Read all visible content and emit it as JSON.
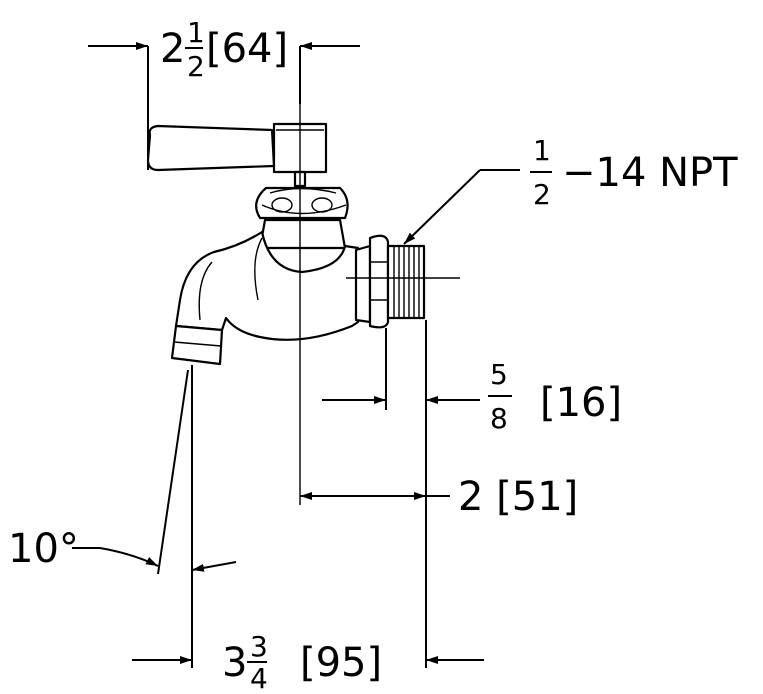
{
  "colors": {
    "line": "#000000",
    "background": "#ffffff"
  },
  "dimensions": {
    "handle_width": {
      "whole": "2",
      "numerator": "1",
      "denominator": "2",
      "metric": "[64]"
    },
    "thread": {
      "numerator": "1",
      "denominator": "2",
      "spec": "−14 NPT"
    },
    "thread_length": {
      "numerator": "5",
      "denominator": "8",
      "metric": "[16]"
    },
    "centerline_to_face": {
      "text": "2 [51]"
    },
    "spout_angle": {
      "text": "10°"
    },
    "overall_length": {
      "whole": "3",
      "numerator": "3",
      "denominator": "4",
      "metric": "[95]"
    }
  }
}
